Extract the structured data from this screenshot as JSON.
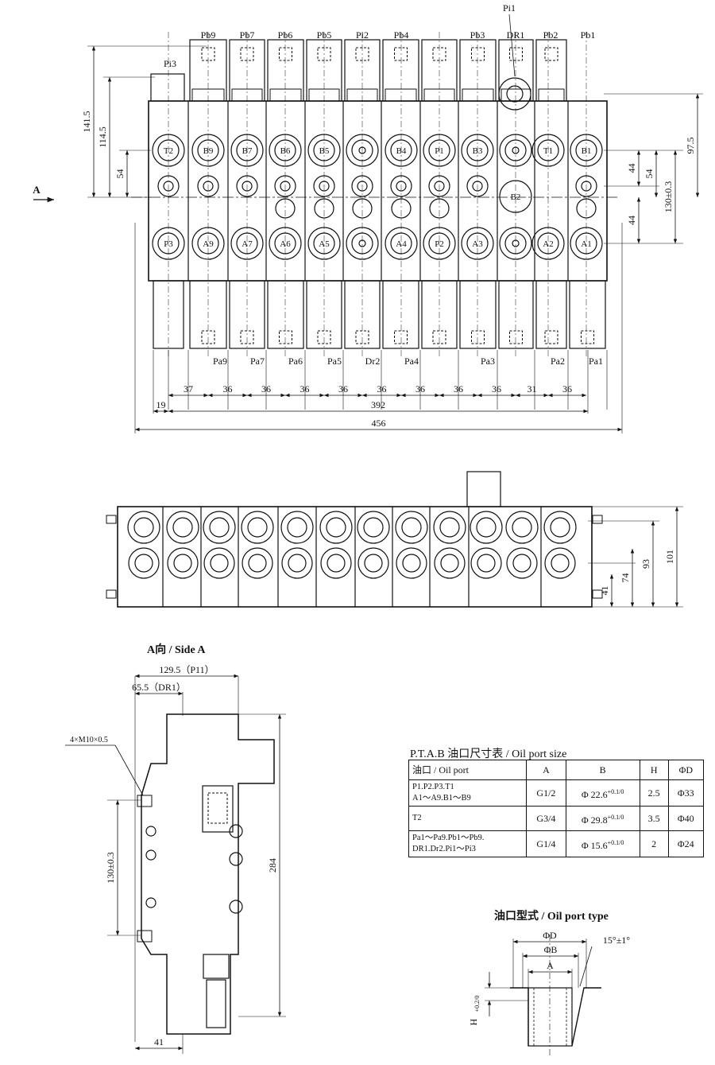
{
  "top_view": {
    "top_labels": [
      "Pb9",
      "Pb7",
      "Pb6",
      "Pb5",
      "Pi2",
      "Pb4",
      "Pb3",
      "DR1",
      "Pb2",
      "Pb1"
    ],
    "pi1_label": "Pi1",
    "pi3_label": "Pi3",
    "side_marker": "A",
    "row1_ports": [
      "T2",
      "B9",
      "B7",
      "B6",
      "B5",
      "",
      "B4",
      "P1",
      "B3",
      "",
      "T1",
      "B1"
    ],
    "row_mid_port": "B2",
    "row2_ports": [
      "P3",
      "A9",
      "A7",
      "A6",
      "A5",
      "",
      "A4",
      "P2",
      "A3",
      "",
      "A2",
      "A1"
    ],
    "bottom_labels": [
      "Pa9",
      "Pa7",
      "Pa6",
      "Pa5",
      "Dr2",
      "Pa4",
      "Pa3",
      "Pa2",
      "Pa1"
    ],
    "spacing_dims": [
      "37",
      "36",
      "36",
      "36",
      "36",
      "36",
      "36",
      "36",
      "36",
      "31",
      "36"
    ],
    "dim_19": "19",
    "dim_392": "392",
    "dim_456": "456",
    "dim_141_5": "141.5",
    "dim_114_5": "114.5",
    "dim_54_left": "54",
    "dim_97_5": "97.5",
    "dim_54_right": "54",
    "dim_44_a": "44",
    "dim_44_b": "44",
    "dim_130": "130±0.3"
  },
  "front_view": {
    "dim_101": "101",
    "dim_93": "93",
    "dim_74": "74",
    "dim_41": "41"
  },
  "side_view": {
    "heading": "A向 / Side A",
    "dim_129_5": "129.5（P11）",
    "dim_65_5": "65.5（DR1）",
    "thread": "4×M10×0.5",
    "dim_130": "130±0.3",
    "dim_284": "284",
    "dim_41": "41"
  },
  "port_table": {
    "caption": "P.T.A.B  油口尺寸表 / Oil port size",
    "headers": [
      "油口 / Oil port",
      "A",
      "B",
      "H",
      "ΦD"
    ],
    "rows": [
      {
        "port_line1": "P1.P2.P3.T1",
        "port_line2": "A1～A9.B1～B9",
        "a": "G1/2",
        "b": "Φ 22.6",
        "b_tol": "+0.1/0",
        "h": "2.5",
        "d": "Φ33"
      },
      {
        "port_line1": "T2",
        "port_line2": "",
        "a": "G3/4",
        "b": "Φ 29.8",
        "b_tol": "+0.1/0",
        "h": "3.5",
        "d": "Φ40"
      },
      {
        "port_line1": "Pa1～Pa9.Pb1～Pb9.",
        "port_line2": "DR1.Dr2.Pi1～Pi3",
        "a": "G1/4",
        "b": "Φ 15.6",
        "b_tol": "+0.1/0",
        "h": "2",
        "d": "Φ24"
      }
    ]
  },
  "port_type": {
    "heading": "油口型式 / Oil port type",
    "phi_d": "ΦD",
    "phi_b": "ΦB",
    "a": "A",
    "angle": "15°±1°",
    "h": "H",
    "h_tol": "+0.2/0"
  },
  "colors": {
    "ink": "#111111",
    "paper": "#ffffff"
  }
}
